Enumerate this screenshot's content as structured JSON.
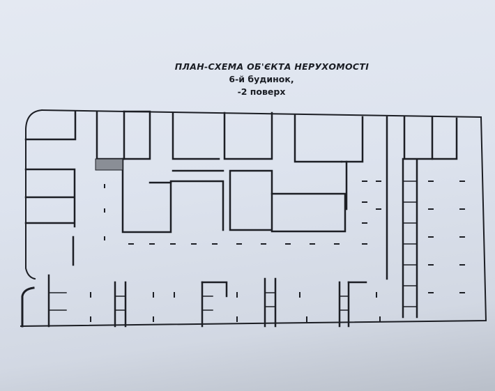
{
  "title": {
    "line1": "ПЛАН-СХЕМА ОБ'ЄКТА НЕРУХОМОСТІ",
    "line2": "6-й будинок,",
    "line3": "-2 поверх"
  },
  "colors": {
    "paper": "#e1e6ef",
    "wall": "#1c1e24",
    "highlight": "#8a8e96"
  }
}
